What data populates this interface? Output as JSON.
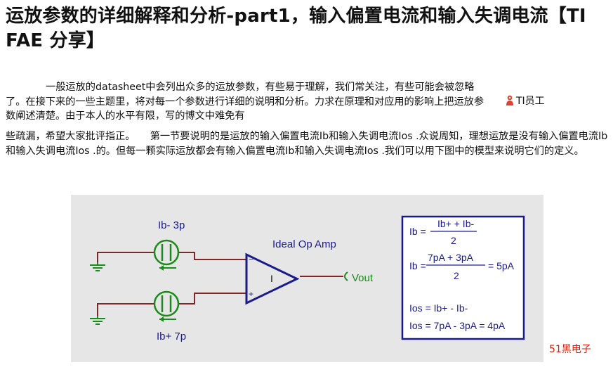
{
  "article": {
    "title": "运放参数的详细解释和分析-part1，输入偏置电流和输入失调电流【TI FAE 分享】",
    "author": "TI员工",
    "paragraph1": "一般运放的datasheet中会列出众多的运放参数，有些易于理解，我们常关注，有些可能会被忽略了。在接下来的一些主题里，将对每一个参数进行详细的说明和分析。力求在原理和对应用的影响上把运放参数阐述清楚。由于本人的水平有限，写的博文中难免有",
    "paragraph2": "些疏漏，希望大家批评指正。　　第一节要说明的是运放的输入偏置电流Ib和输入失调电流Ios .众说周知，理想运放是没有输入偏置电流Ib和输入失调电流Ios .的。但每一颗实际运放都会有输入偏置电流Ib和输入失调电流Ios .我们可以用下图中的模型来说明它们的定义。",
    "watermark": "51黑电子"
  },
  "figure": {
    "label_ib_minus": "Ib- 3p",
    "label_ib_plus": "Ib+ 7p",
    "opamp_label": "Ideal Op Amp",
    "opamp_symbol": "I",
    "minus_sign": "−",
    "plus_sign": "+",
    "output_label": "Vout",
    "eq1_lhs": "Ib =",
    "eq1_num": "Ib+ + Ib-",
    "eq1_den": "2",
    "eq2_lhs": "Ib =",
    "eq2_num": "7pA + 3pA",
    "eq2_den": "2",
    "eq2_rhs": "= 5pA",
    "eq3": "Ios = Ib+ - Ib-",
    "eq4": "Ios = 7pA - 3pA = 4pA",
    "colors": {
      "wire": "#7a2a2a",
      "source": "#1a8a1a",
      "opamp": "#1a1a8c",
      "label": "#1a1a8c",
      "box": "#1a1a8c",
      "output": "#1a8a1a"
    }
  }
}
